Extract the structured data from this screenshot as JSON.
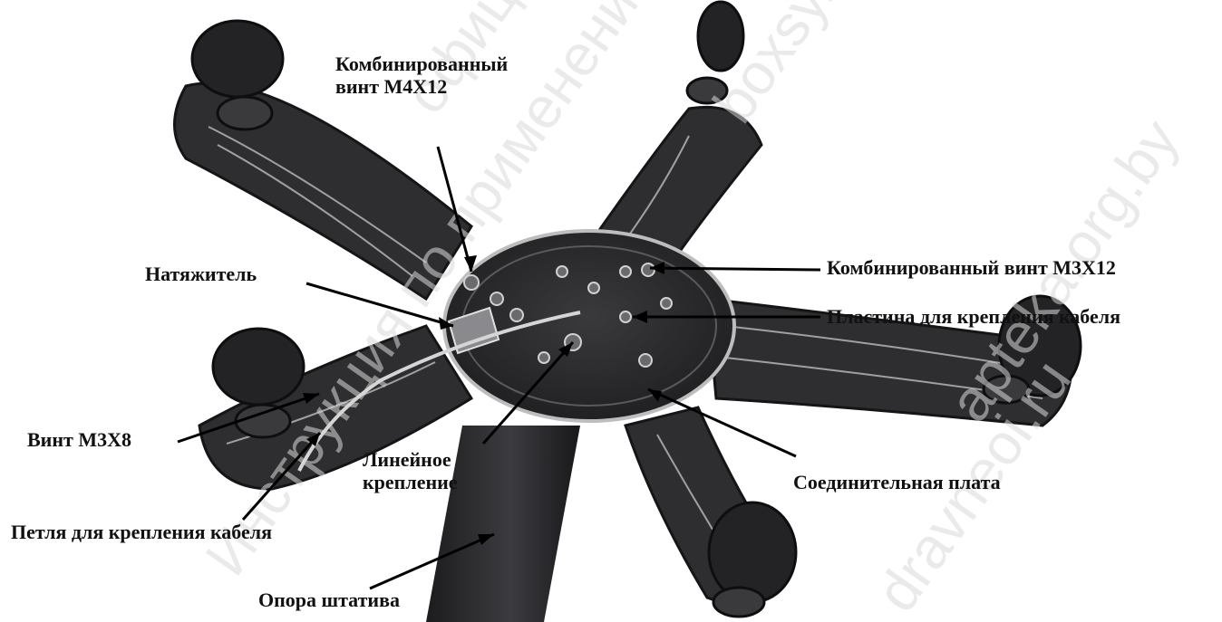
{
  "labels": {
    "combo_m4_line1": "Комбинированный",
    "combo_m4_line2": "винт M4X12",
    "tensioner": "Натяжитель",
    "combo_m3": "Комбинированный винт M3X12",
    "cable_plate": "Пластина для крепления кабеля",
    "screw_m3x8": "Винт M3X8",
    "linear_mount_line1": "Линейное",
    "linear_mount_line2": "крепление",
    "connecting_plate": "Соединительная плата",
    "cable_loop": "Петля для крепления кабеля",
    "stand_support": "Опора штатива"
  },
  "watermarks": [
    "Инструкция по применению",
    "официальный источник",
    "apteka.org.by",
    "dravneoi.ru",
    "boxsy.ru"
  ],
  "colors": {
    "base_dark": "#2d2d2f",
    "base_mid": "#4a4a4d",
    "rib_light": "#c8c8c8",
    "leader": "#000000"
  }
}
